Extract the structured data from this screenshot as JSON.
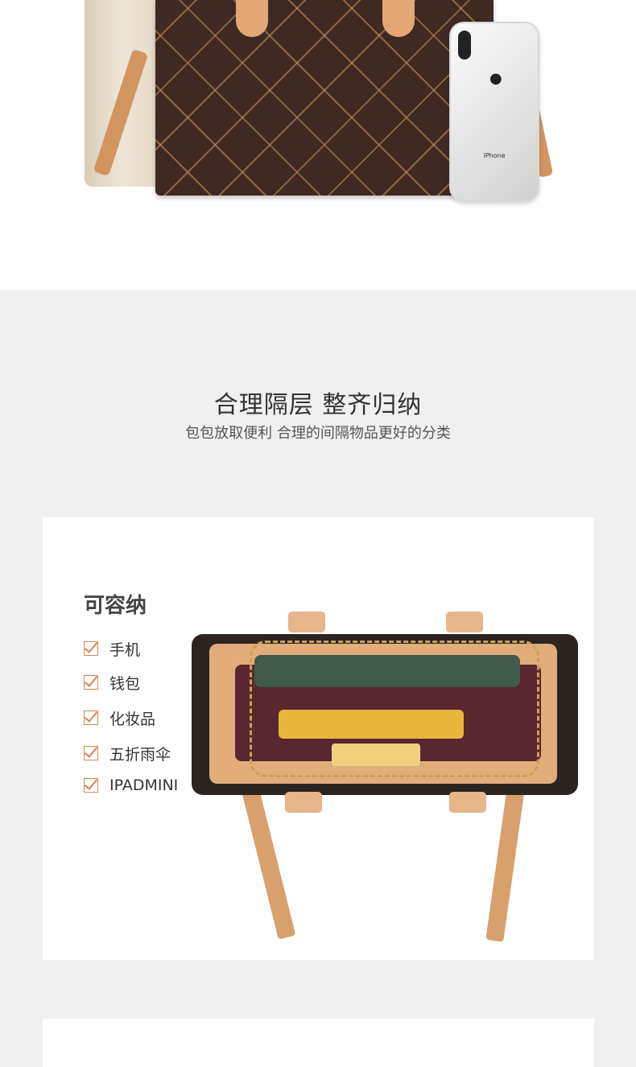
{
  "product_banner": {
    "phone_label": "iPhone"
  },
  "section": {
    "title": "合理隔层 整齐归纳",
    "subtitle": "包包放取便利  合理的间隔物品更好的分类"
  },
  "capacity": {
    "title": "可容纳",
    "items": [
      {
        "label": "手机"
      },
      {
        "label": "钱包"
      },
      {
        "label": "化妆品"
      },
      {
        "label": "五折雨伞"
      },
      {
        "label": "IPADMINI"
      }
    ]
  },
  "colors": {
    "accent": "#d7864f",
    "page_bg": "#f0f0f0",
    "card_bg": "#ffffff"
  }
}
